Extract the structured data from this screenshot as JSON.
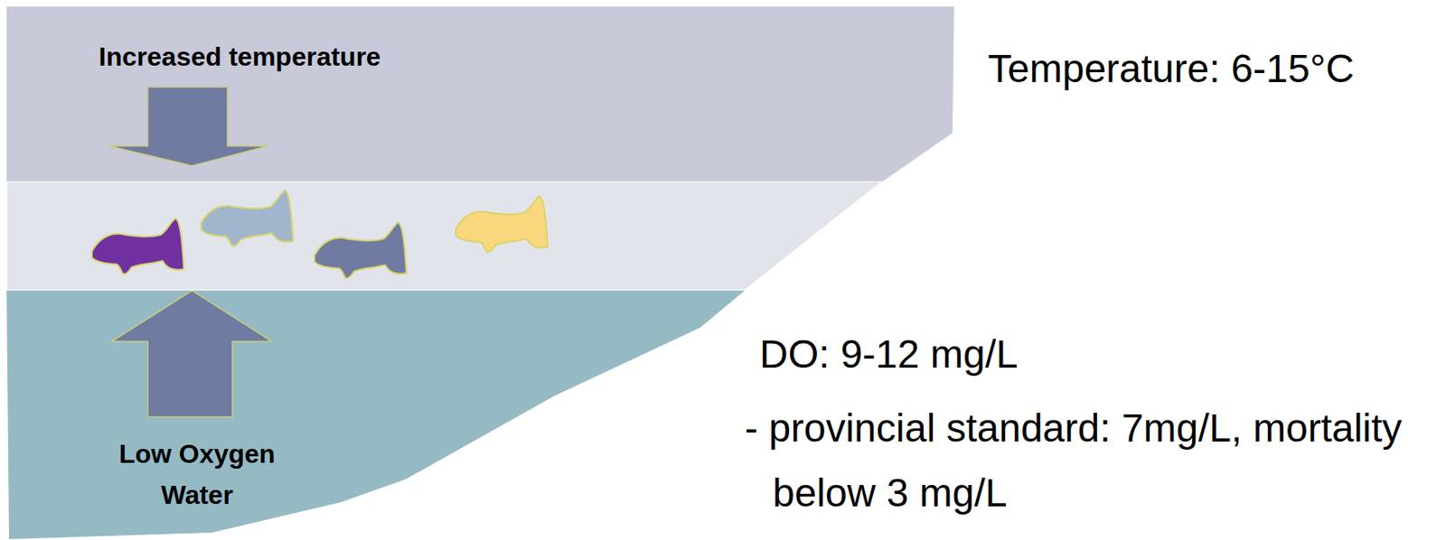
{
  "diagram": {
    "nodes": [
      {
        "text": [
          "Increased temperature"
        ]
      },
      {
        "text": [
          "Low Oxygen Water"
        ]
      }
    ],
    "labels": [
      "Temperature: 6-15°C",
      "DO: 9-12 mg/L",
      "- provincial standard: 7mg/L, mortality below 3 mg/L"
    ]
  }
}
